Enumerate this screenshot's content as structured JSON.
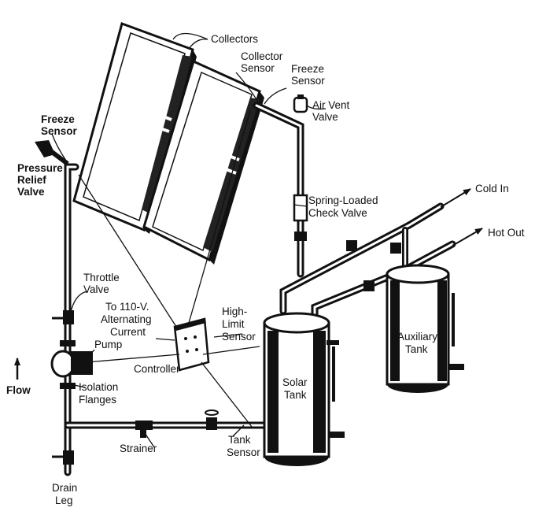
{
  "labels": {
    "collectors": "Collectors",
    "collector_sensor": [
      "Collector",
      "Sensor"
    ],
    "freeze_sensor_right": [
      "Freeze",
      "Sensor"
    ],
    "air_vent_valve": [
      "Air Vent",
      "Valve"
    ],
    "freeze_sensor_left": [
      "Freeze",
      "Sensor"
    ],
    "pressure_relief_valve": [
      "Pressure",
      "Relief",
      "Valve"
    ],
    "spring_loaded_check_valve": [
      "Spring-Loaded",
      "Check Valve"
    ],
    "cold_in": "Cold In",
    "hot_out": "Hot Out",
    "throttle_valve": [
      "Throttle",
      "Valve"
    ],
    "power_supply": [
      "To 110-V.",
      "Alternating",
      "Current"
    ],
    "high_limit_sensor": [
      "High-",
      "Limit",
      "Sensor"
    ],
    "pump": "Pump",
    "controller": "Controller",
    "flow": "Flow",
    "isolation_flanges": [
      "Isolation",
      "Flanges"
    ],
    "solar_tank": [
      "Solar",
      "Tank"
    ],
    "auxiliary_tank": [
      "Auxiliary",
      "Tank"
    ],
    "strainer": "Strainer",
    "tank_sensor": [
      "Tank",
      "Sensor"
    ],
    "drain_leg": [
      "Drain",
      "Leg"
    ]
  },
  "colors": {
    "ink": "#111111",
    "paper": "#ffffff"
  }
}
